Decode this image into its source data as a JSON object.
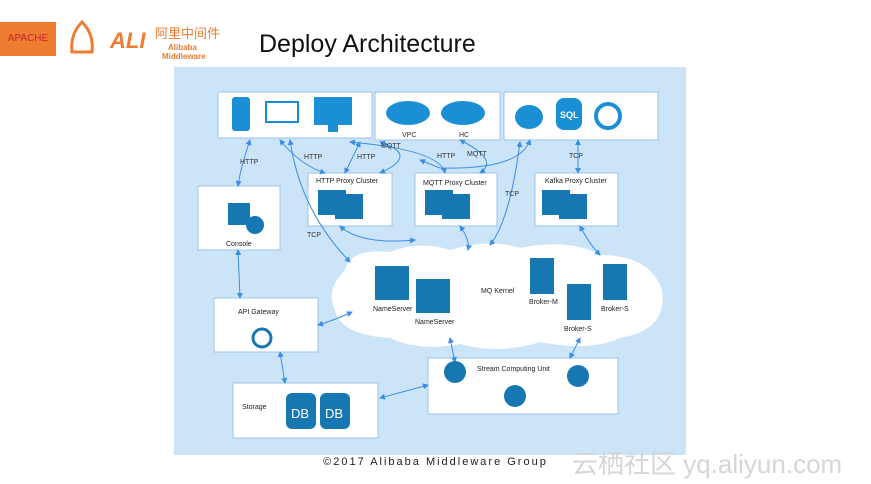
{
  "header": {
    "title": "Deploy Architecture",
    "logos": {
      "apache": "APACHE",
      "alibaba_cn": "阿里中间件",
      "alibaba_en1": "Alibaba",
      "alibaba_en2": "Middleware"
    }
  },
  "diagram": {
    "cloud_labels": {
      "vpc": "VPC",
      "hc": "HC"
    },
    "data_labels": {
      "sql": "SQL"
    },
    "console": "Console",
    "api_gateway": "API Gateway",
    "storage": "Storage",
    "db": "DB",
    "http_proxy": "HTTP Proxy Cluster",
    "mqtt_proxy": "MQTT Proxy Cluster",
    "kafka_proxy": "Kafka Proxy Cluster",
    "mq_kernel": "MQ Kernel",
    "nameserver": "NameServer",
    "broker_m": "Broker-M",
    "broker_s": "Broker-S",
    "stream": "Stream Computing  Unit",
    "edges": {
      "http": "HTTP",
      "mqtt": "MQTT",
      "tcp": "TCP"
    }
  },
  "colors": {
    "panel": "#cce4f8",
    "icon": "#1a8fd6",
    "node": "#1677b3",
    "arrow": "#3a8ee6",
    "brand": "#ee7d31"
  },
  "footer": "©2017  Alibaba  Middleware  Group",
  "watermark": "云栖社区 yq.aliyun.com"
}
